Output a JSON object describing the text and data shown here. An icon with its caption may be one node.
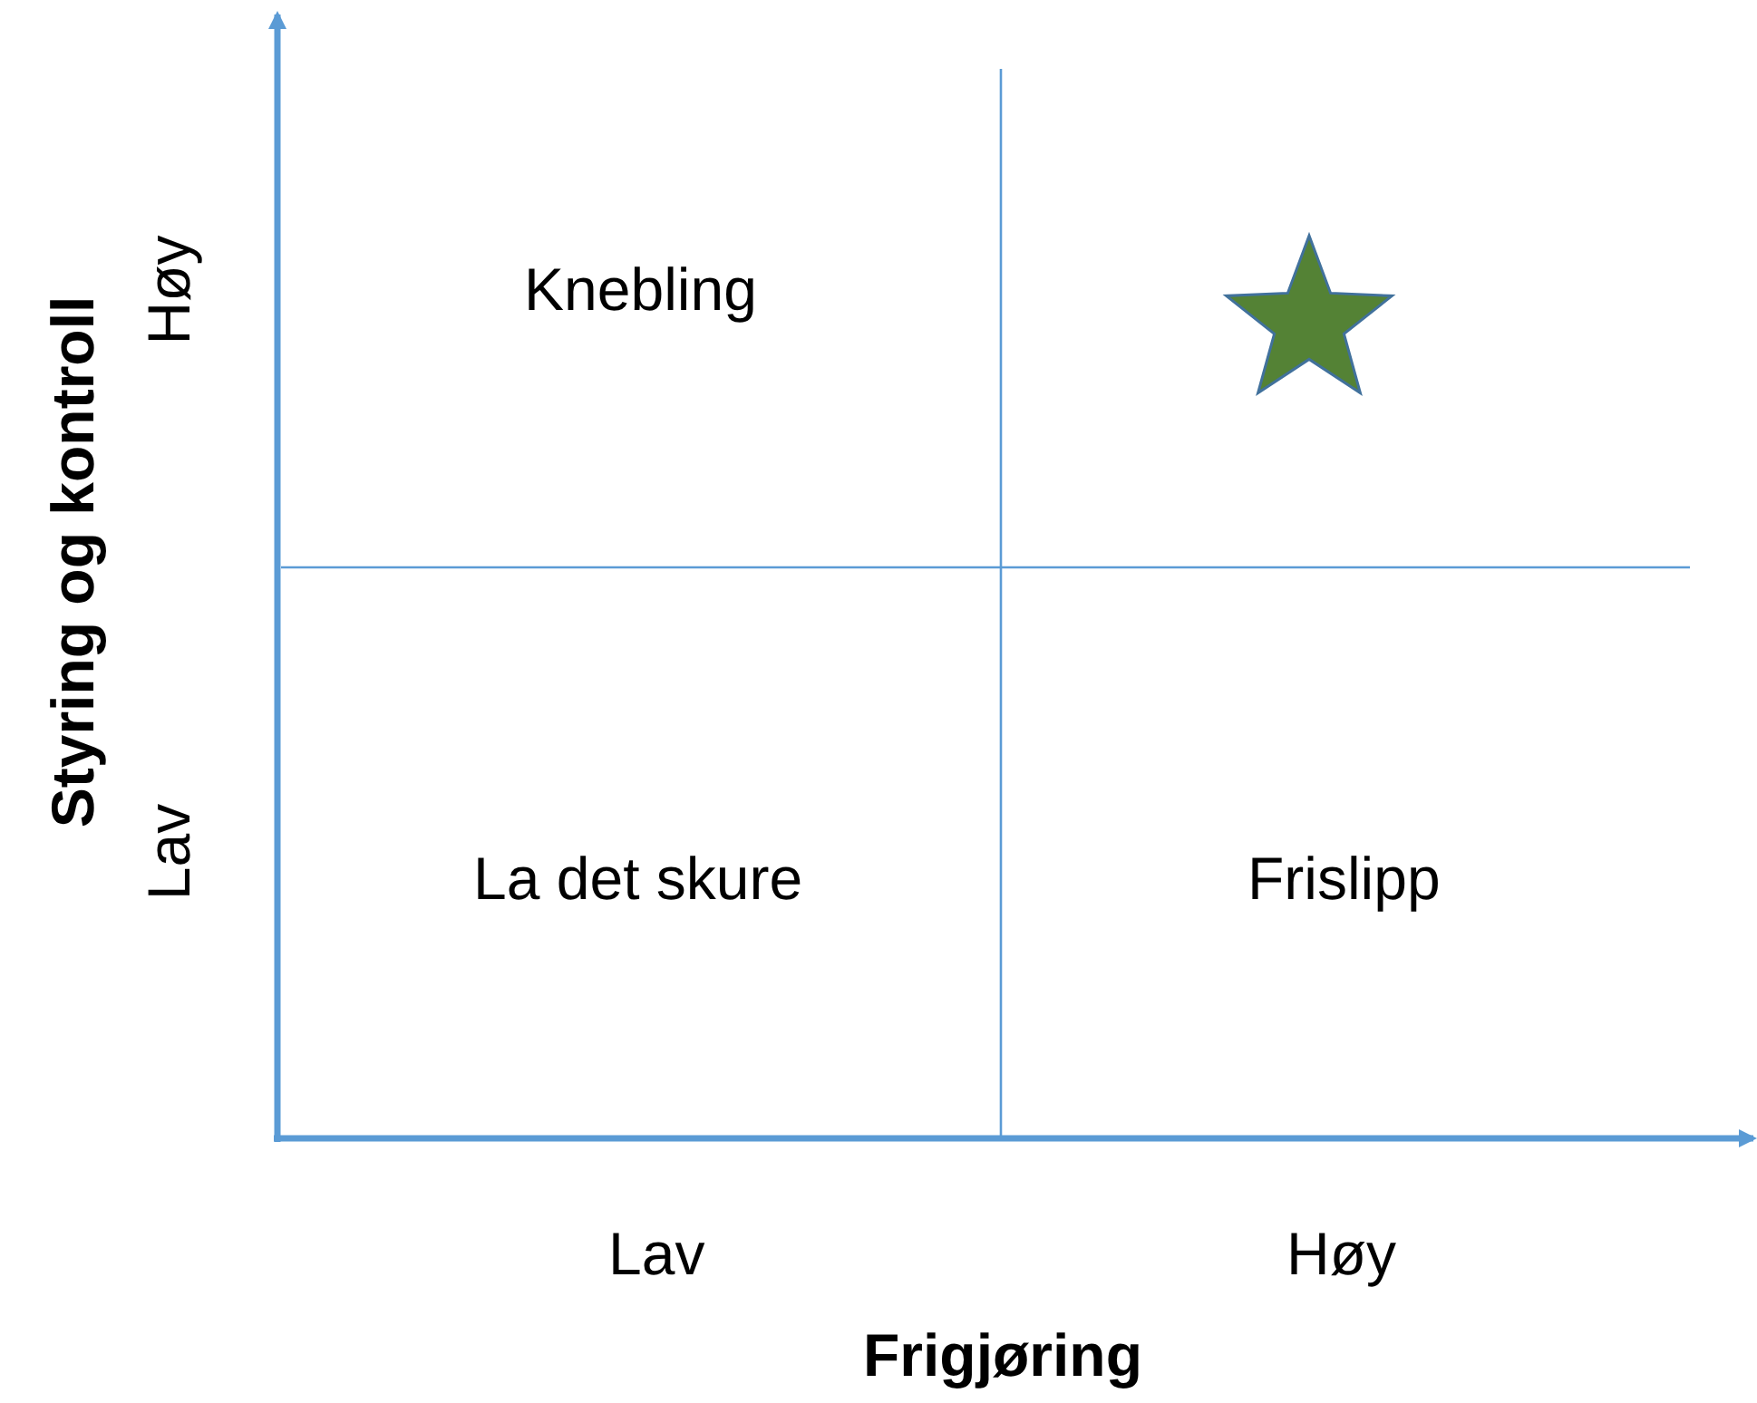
{
  "diagram": {
    "nodes": [
      {
        "text": [],
        "shape": "star"
      }
    ],
    "labels": [
      "Styring og kontroll",
      "Høy",
      "Knebling",
      "Lav",
      "La det skure",
      "Frislipp",
      "Lav",
      "Høy",
      "Frigjøring"
    ]
  }
}
